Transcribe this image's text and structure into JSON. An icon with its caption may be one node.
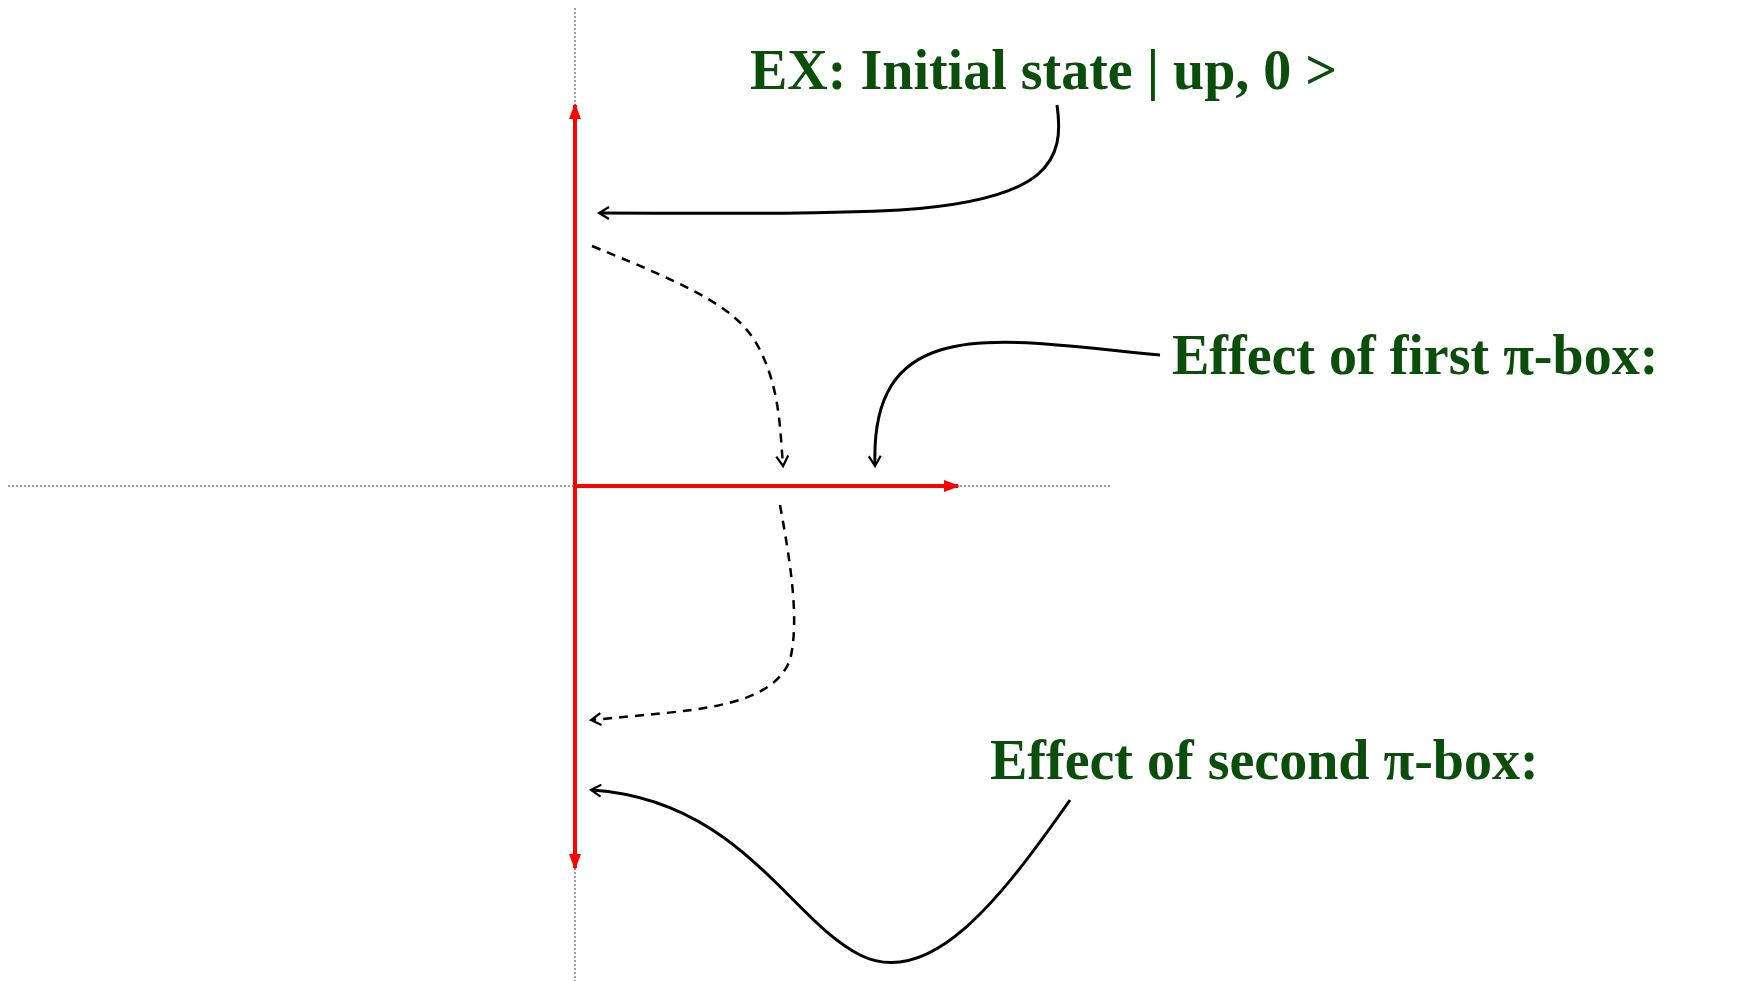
{
  "diagram": {
    "nodes": [
      {
        "text": [
          "EX: Initial state | up, 0 >"
        ]
      },
      {
        "text": [
          "Effect of first π-box:"
        ]
      },
      {
        "text": [
          "Effect of second π-box:"
        ]
      }
    ],
    "edges": [
      {
        "from": 0,
        "to": null,
        "arrow": "to"
      },
      {
        "from": 1,
        "to": null,
        "arrow": "to"
      },
      {
        "from": 2,
        "to": null,
        "arrow": "to"
      }
    ]
  }
}
